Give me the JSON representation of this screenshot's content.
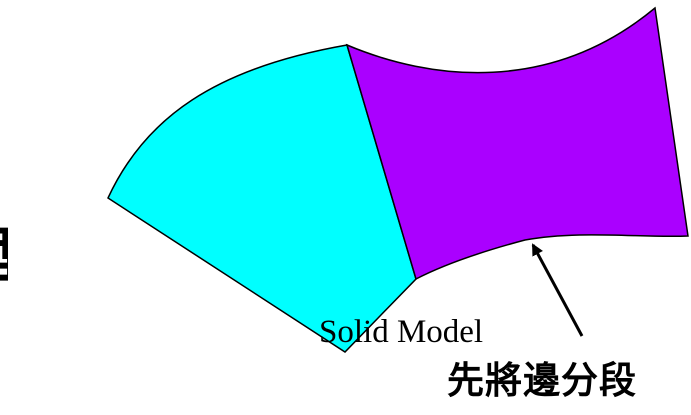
{
  "diagram": {
    "region_left_color": "#00FFFF",
    "region_right_color": "#AA00FF",
    "outline_color": "#000000",
    "clipped_left_glyph": "型",
    "solid_model_label": "Solid Model",
    "annotation_label": "先將邊分段"
  }
}
